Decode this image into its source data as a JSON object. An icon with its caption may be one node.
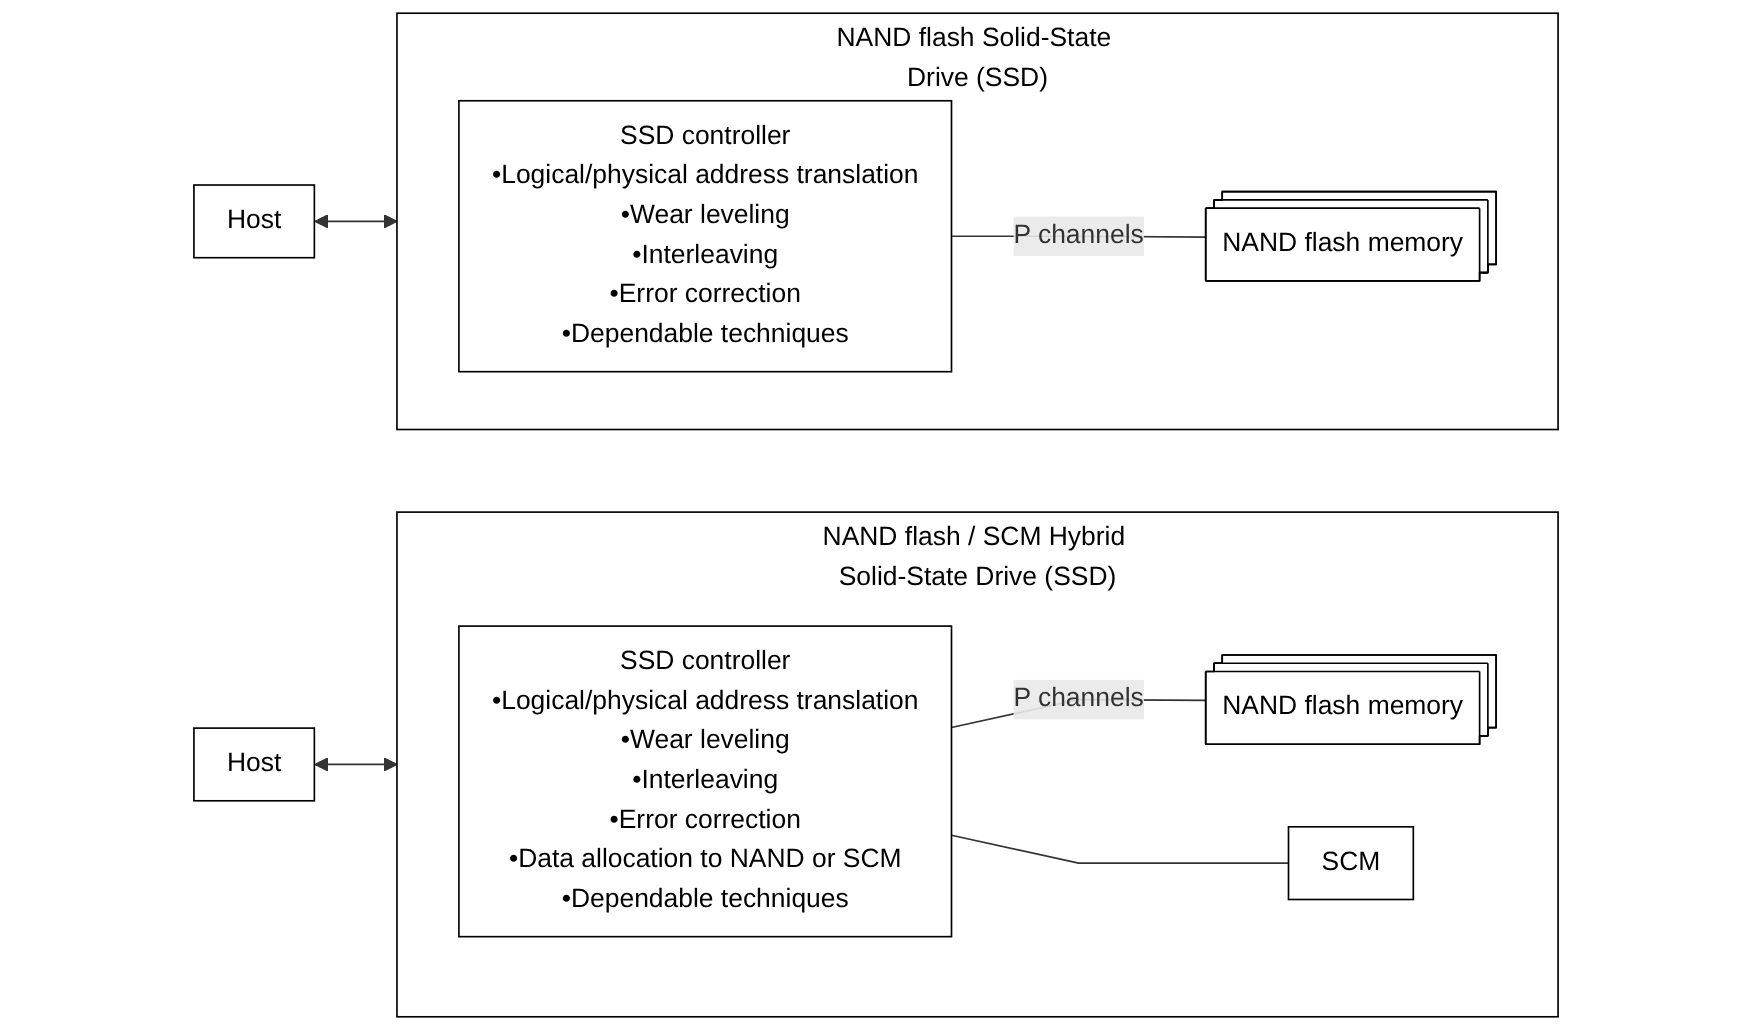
{
  "diagram": {
    "nodes": [
      {
        "text": [
          "NAND flash Solid-State Drive (SSD)"
        ]
      },
      {
        "text": [
          "Host"
        ]
      },
      {
        "text": [
          "SSD controller",
          "•Logical/physical address translation",
          "•Wear leveling",
          "•Interleaving",
          "•Error correction",
          "•Dependable techniques"
        ],
        "in": 0
      },
      {
        "text": [
          "NAND flash memory"
        ],
        "in": 0
      },
      {
        "text": [
          "NAND flash / SCM Hybrid Solid-State Drive (SSD)"
        ]
      },
      {
        "text": [
          "Host"
        ]
      },
      {
        "text": [
          "SSD controller",
          "•Logical/physical address translation",
          "•Wear leveling",
          "•Interleaving",
          "•Error correction",
          "•Data allocation to NAND or SCM",
          "•Dependable techniques"
        ],
        "in": 4
      },
      {
        "text": [
          "NAND flash memory"
        ],
        "in": 4
      },
      {
        "text": [
          "SCM"
        ],
        "in": 4
      }
    ],
    "edges": [
      {
        "from": 1,
        "to": 0,
        "arrow": "both"
      },
      {
        "from": 2,
        "to": 3,
        "arrow": "none",
        "label": "P channels"
      },
      {
        "from": 5,
        "to": 4,
        "arrow": "both"
      },
      {
        "from": 6,
        "to": 7,
        "arrow": "none",
        "label": "P channels"
      },
      {
        "from": 6,
        "to": 8,
        "arrow": "none"
      }
    ]
  }
}
